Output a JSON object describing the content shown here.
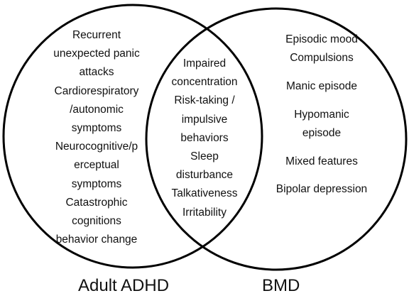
{
  "diagram": {
    "type": "venn",
    "sets": [
      {
        "name": "Adult ADHD"
      },
      {
        "name": "BMD"
      }
    ],
    "regions": {
      "left_only": [
        "Recurrent",
        "unexpected panic",
        "attacks",
        "Cardiorespiratory",
        "/autonomic",
        "symptoms",
        "Neurocognitive/p",
        "erceptual",
        "symptoms",
        "Catastrophic",
        "cognitions",
        "behavior change"
      ],
      "overlap": [
        "Impaired",
        "concentration",
        "Risk-taking /",
        "impulsive",
        "behaviors",
        "Sleep",
        "disturbance",
        "Talkativeness",
        "Irritability"
      ],
      "right_only": [
        "Episodic mood",
        "Compulsions",
        "",
        "Manic episode",
        "",
        "Hypomanic",
        "episode",
        "",
        "Mixed features",
        "",
        "Bipolar depression"
      ]
    },
    "colors": {
      "stroke": "#000000",
      "text": "#111111",
      "background": "#ffffff"
    }
  }
}
